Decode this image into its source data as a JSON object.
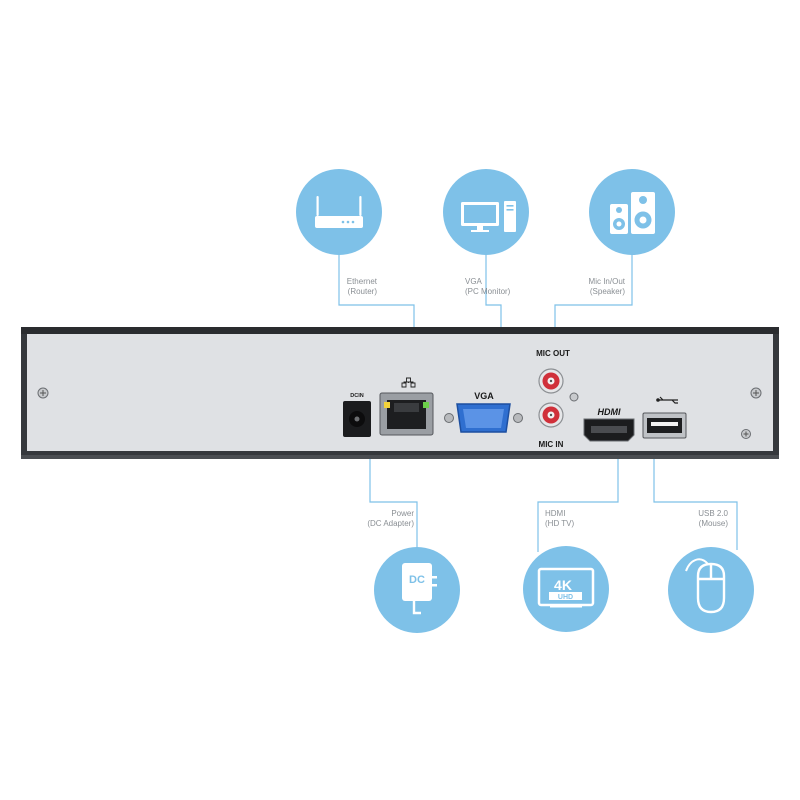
{
  "colors": {
    "bubble": "#7ec1e8",
    "connector": "#7ec1e8",
    "panel": "#dfe1e4",
    "frame": "#2a2c2f",
    "vga_port": "#2f6fd0",
    "rca_red": "#d0303a",
    "label_text": "#8a8f94"
  },
  "icons": {
    "ethernet": "router-icon",
    "vga": "pc-monitor-icon",
    "mic": "speaker-icon",
    "power": "dc-adapter-icon",
    "hdmi": "4k-uhd-tv-icon",
    "usb": "mouse-icon"
  },
  "callouts": {
    "ethernet": {
      "line1": "Ethernet",
      "line2": "(Router)"
    },
    "vga": {
      "line1": "VGA",
      "line2": "(PC Monitor)"
    },
    "mic": {
      "line1": "Mic In/Out",
      "line2": "(Speaker)"
    },
    "power": {
      "line1": "Power",
      "line2": "(DC Adapter)"
    },
    "hdmi": {
      "line1": "HDMI",
      "line2": "(HD TV)"
    },
    "usb": {
      "line1": "USB 2.0",
      "line2": "(Mouse)"
    }
  },
  "panel_labels": {
    "dc_in": "DCIN",
    "vga": "VGA",
    "mic_out": "MIC OUT",
    "mic_in": "MIC IN",
    "hdmi": "HDMI"
  },
  "icon_text": {
    "dc": "DC",
    "uhd_4k": "4K",
    "uhd": "UHD"
  }
}
